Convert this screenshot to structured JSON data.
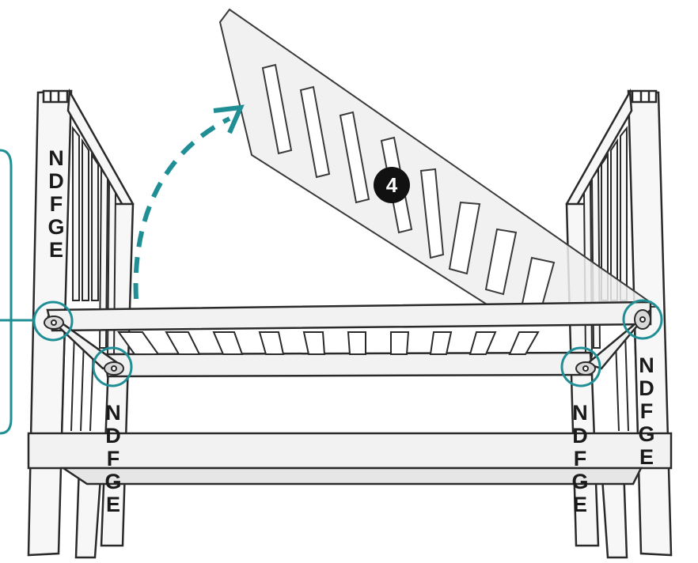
{
  "step_number": "4",
  "hardware_labels": {
    "left_rear": [
      "N",
      "D",
      "F",
      "G",
      "E"
    ],
    "left_front": [
      "N",
      "D",
      "F",
      "G",
      "E"
    ],
    "right_front": [
      "N",
      "D",
      "F",
      "G",
      "E"
    ],
    "right_rear": [
      "N",
      "D",
      "F",
      "G",
      "E"
    ]
  },
  "colors": {
    "accent": "#1f8f95",
    "line": "#2a2a2a",
    "panel": "#f4f4f4"
  },
  "icons": [
    "dashed-curved-arrow-icon",
    "highlight-circle-icon",
    "bolt-icon"
  ]
}
